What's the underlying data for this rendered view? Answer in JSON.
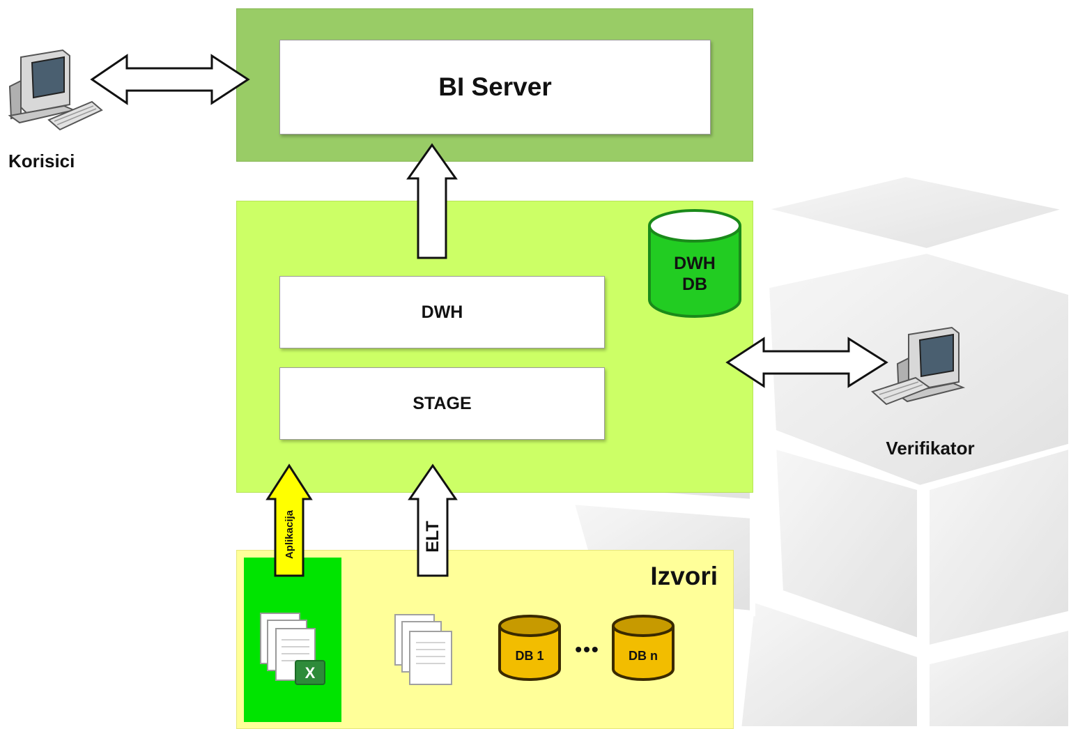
{
  "colors": {
    "bi_panel": "#99cc66",
    "dwh_panel": "#ccff66",
    "sources_panel": "#ffff99",
    "excel_panel": "#00e400",
    "dwh_db": "#22cc22",
    "source_db": "#f2bd00",
    "aplikacija_arrow": "#ffff00"
  },
  "bi": {
    "server_label": "BI Server"
  },
  "dwh": {
    "dwh_label": "DWH",
    "stage_label": "STAGE",
    "db_label_line1": "DWH",
    "db_label_line2": "DB"
  },
  "actors": {
    "users_label": "Korisici",
    "verifier_label": "Verifikator"
  },
  "flows": {
    "app_label": "Aplikacija",
    "elt_label": "ELT"
  },
  "sources": {
    "title": "Izvori",
    "db_first": "DB 1",
    "db_last": "DB n",
    "ellipsis": "•••"
  },
  "icons": [
    "computer-icon",
    "documents-icon",
    "excel-icon",
    "database-icon"
  ]
}
